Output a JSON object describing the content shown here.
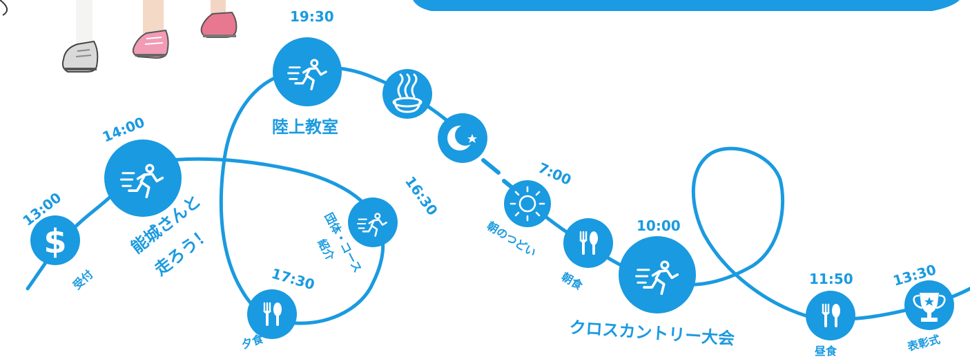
{
  "colors": {
    "primary": "#1a9ae0",
    "banner": "#1c9ae2",
    "white": "#ffffff"
  },
  "events": [
    {
      "id": "reception",
      "time": "13:00",
      "label": "受付",
      "icon": "dollar-icon"
    },
    {
      "id": "run-with-noshiro",
      "time": "14:00",
      "label_lines": [
        "能城さんと",
        "走ろう！"
      ],
      "icon": "runner-icon"
    },
    {
      "id": "group-course-intro",
      "time": "16:30",
      "label_lines": [
        "団体・コース",
        "紹介"
      ],
      "icon": "runner-icon"
    },
    {
      "id": "dinner",
      "time": "17:30",
      "label": "夕食",
      "icon": "fork-spoon-icon"
    },
    {
      "id": "track-class",
      "time": "19:30",
      "label": "陸上教室",
      "icon": "runner-icon"
    },
    {
      "id": "hot-spring",
      "icon": "hot-spring-icon"
    },
    {
      "id": "night",
      "icon": "moon-star-icon"
    },
    {
      "id": "morning-gathering",
      "time": "7:00",
      "label": "朝のつどい",
      "icon": "sun-icon"
    },
    {
      "id": "breakfast",
      "label": "朝食",
      "icon": "fork-spoon-icon"
    },
    {
      "id": "cross-country",
      "time": "10:00",
      "label": "クロスカントリー大会",
      "icon": "runner-icon"
    },
    {
      "id": "lunch",
      "time": "11:50",
      "label": "昼食",
      "icon": "fork-spoon-icon"
    },
    {
      "id": "award-ceremony",
      "time": "13:30",
      "label": "表彰式",
      "icon": "trophy-icon"
    }
  ]
}
